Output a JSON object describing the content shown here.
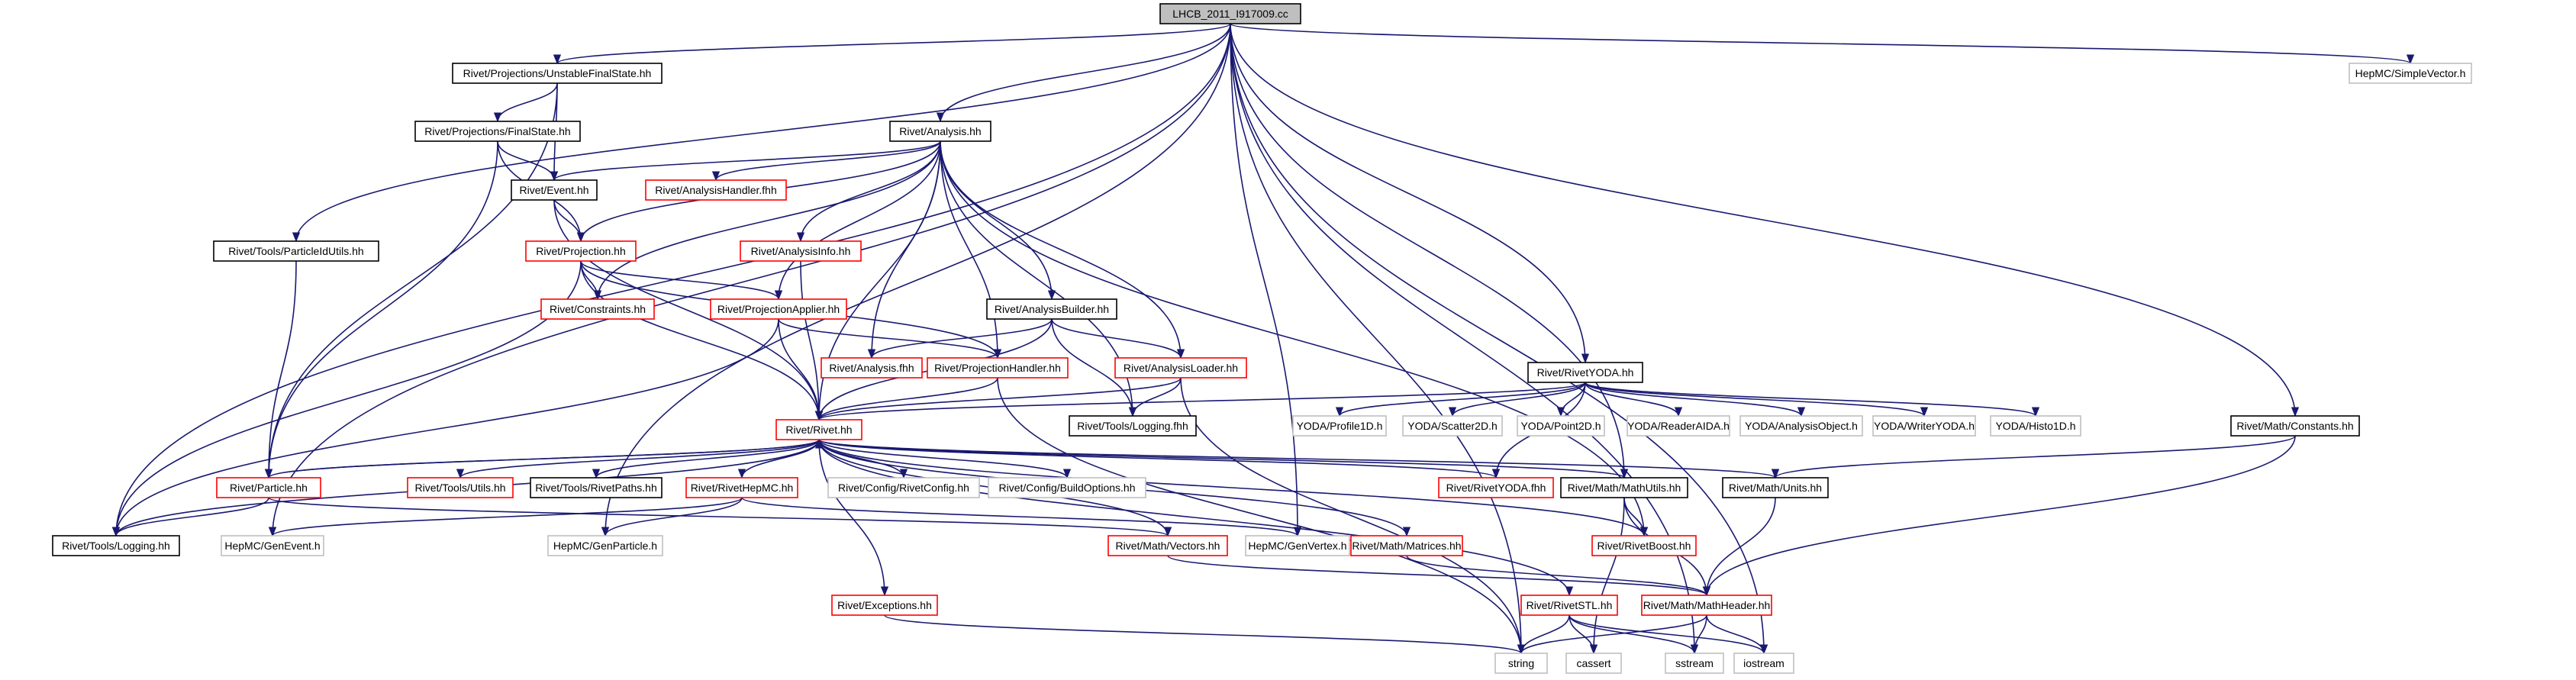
{
  "colors": {
    "edge": "#191970",
    "border_black": "#000000",
    "border_red": "#ff0000",
    "border_gray": "#bfbfbf",
    "root_fill": "#bfbfbf",
    "node_fill": "#ffffff"
  },
  "nodes": [
    {
      "id": "root",
      "label": "LHCB_2011_I917009.cc",
      "style": "root"
    },
    {
      "id": "unstable",
      "label": "Rivet/Projections/UnstableFinalState.hh",
      "style": "black"
    },
    {
      "id": "finalstate",
      "label": "Rivet/Projections/FinalState.hh",
      "style": "black"
    },
    {
      "id": "analysis",
      "label": "Rivet/Analysis.hh",
      "style": "black"
    },
    {
      "id": "event",
      "label": "Rivet/Event.hh",
      "style": "black"
    },
    {
      "id": "ahandler",
      "label": "Rivet/AnalysisHandler.fhh",
      "style": "red"
    },
    {
      "id": "particleidutils",
      "label": "Rivet/Tools/ParticleIdUtils.hh",
      "style": "black"
    },
    {
      "id": "projection",
      "label": "Rivet/Projection.hh",
      "style": "red"
    },
    {
      "id": "ainfo",
      "label": "Rivet/AnalysisInfo.hh",
      "style": "red"
    },
    {
      "id": "constraints",
      "label": "Rivet/Constraints.hh",
      "style": "red"
    },
    {
      "id": "papplier",
      "label": "Rivet/ProjectionApplier.hh",
      "style": "red"
    },
    {
      "id": "abuilder",
      "label": "Rivet/AnalysisBuilder.hh",
      "style": "black"
    },
    {
      "id": "afhh",
      "label": "Rivet/Analysis.fhh",
      "style": "red"
    },
    {
      "id": "phandler",
      "label": "Rivet/ProjectionHandler.hh",
      "style": "red"
    },
    {
      "id": "aloader",
      "label": "Rivet/AnalysisLoader.hh",
      "style": "red"
    },
    {
      "id": "rivetyoda",
      "label": "Rivet/RivetYODA.hh",
      "style": "black"
    },
    {
      "id": "loggingfhh",
      "label": "Rivet/Tools/Logging.fhh",
      "style": "black"
    },
    {
      "id": "rivethh",
      "label": "Rivet/Rivet.hh",
      "style": "red"
    },
    {
      "id": "profile1d",
      "label": "YODA/Profile1D.h",
      "style": "gray"
    },
    {
      "id": "scatter2d",
      "label": "YODA/Scatter2D.h",
      "style": "gray"
    },
    {
      "id": "point2d",
      "label": "YODA/Point2D.h",
      "style": "gray"
    },
    {
      "id": "readeraida",
      "label": "YODA/ReaderAIDA.h",
      "style": "gray"
    },
    {
      "id": "analysisobject",
      "label": "YODA/AnalysisObject.h",
      "style": "gray"
    },
    {
      "id": "writeryoda",
      "label": "YODA/WriterYODA.h",
      "style": "gray"
    },
    {
      "id": "histo1d",
      "label": "YODA/Histo1D.h",
      "style": "gray"
    },
    {
      "id": "simplevector",
      "label": "HepMC/SimpleVector.h",
      "style": "gray"
    },
    {
      "id": "mathconstants",
      "label": "Rivet/Math/Constants.hh",
      "style": "black"
    },
    {
      "id": "particle",
      "label": "Rivet/Particle.hh",
      "style": "red"
    },
    {
      "id": "toolsutils",
      "label": "Rivet/Tools/Utils.hh",
      "style": "red"
    },
    {
      "id": "rivetpaths",
      "label": "Rivet/Tools/RivetPaths.hh",
      "style": "black"
    },
    {
      "id": "rivethepmc",
      "label": "Rivet/RivetHepMC.hh",
      "style": "red"
    },
    {
      "id": "rivetconfig",
      "label": "Rivet/Config/RivetConfig.hh",
      "style": "gray"
    },
    {
      "id": "buildoptions",
      "label": "Rivet/Config/BuildOptions.hh",
      "style": "gray"
    },
    {
      "id": "rivetyodafhh",
      "label": "Rivet/RivetYODA.fhh",
      "style": "red"
    },
    {
      "id": "mathutils",
      "label": "Rivet/Math/MathUtils.hh",
      "style": "black"
    },
    {
      "id": "mathunits",
      "label": "Rivet/Math/Units.hh",
      "style": "black"
    },
    {
      "id": "logginghh",
      "label": "Rivet/Tools/Logging.hh",
      "style": "black"
    },
    {
      "id": "genevent",
      "label": "HepMC/GenEvent.h",
      "style": "gray"
    },
    {
      "id": "genparticle",
      "label": "HepMC/GenParticle.h",
      "style": "gray"
    },
    {
      "id": "vectors",
      "label": "Rivet/Math/Vectors.hh",
      "style": "red"
    },
    {
      "id": "genvertex",
      "label": "HepMC/GenVertex.h",
      "style": "gray"
    },
    {
      "id": "matrices",
      "label": "Rivet/Math/Matrices.hh",
      "style": "red"
    },
    {
      "id": "rivetboost",
      "label": "Rivet/RivetBoost.hh",
      "style": "red"
    },
    {
      "id": "exceptions",
      "label": "Rivet/Exceptions.hh",
      "style": "red"
    },
    {
      "id": "rivetstl",
      "label": "Rivet/RivetSTL.hh",
      "style": "red"
    },
    {
      "id": "mathheader",
      "label": "Rivet/Math/MathHeader.hh",
      "style": "red"
    },
    {
      "id": "string",
      "label": "string",
      "style": "gray"
    },
    {
      "id": "cassert",
      "label": "cassert",
      "style": "gray"
    },
    {
      "id": "sstream",
      "label": "sstream",
      "style": "gray"
    },
    {
      "id": "iostream",
      "label": "iostream",
      "style": "gray"
    }
  ],
  "edges": [
    [
      "root",
      "unstable"
    ],
    [
      "root",
      "analysis"
    ],
    [
      "root",
      "particleidutils"
    ],
    [
      "root",
      "rivetyoda"
    ],
    [
      "root",
      "simplevector"
    ],
    [
      "root",
      "mathconstants"
    ],
    [
      "root",
      "logginghh"
    ],
    [
      "root",
      "genevent"
    ],
    [
      "root",
      "genparticle"
    ],
    [
      "root",
      "genvertex"
    ],
    [
      "root",
      "mathutils"
    ],
    [
      "root",
      "string"
    ],
    [
      "root",
      "sstream"
    ],
    [
      "root",
      "iostream"
    ],
    [
      "unstable",
      "finalstate"
    ],
    [
      "unstable",
      "event"
    ],
    [
      "unstable",
      "particle"
    ],
    [
      "finalstate",
      "event"
    ],
    [
      "finalstate",
      "projection"
    ],
    [
      "finalstate",
      "particle"
    ],
    [
      "analysis",
      "event"
    ],
    [
      "analysis",
      "ahandler"
    ],
    [
      "analysis",
      "projection"
    ],
    [
      "analysis",
      "ainfo"
    ],
    [
      "analysis",
      "constraints"
    ],
    [
      "analysis",
      "papplier"
    ],
    [
      "analysis",
      "abuilder"
    ],
    [
      "analysis",
      "afhh"
    ],
    [
      "analysis",
      "phandler"
    ],
    [
      "analysis",
      "aloader"
    ],
    [
      "analysis",
      "loggingfhh"
    ],
    [
      "analysis",
      "rivethh"
    ],
    [
      "analysis",
      "rivetboost"
    ],
    [
      "event",
      "projection"
    ],
    [
      "event",
      "rivethh"
    ],
    [
      "particleidutils",
      "particle"
    ],
    [
      "projection",
      "constraints"
    ],
    [
      "projection",
      "papplier"
    ],
    [
      "projection",
      "phandler"
    ],
    [
      "projection",
      "rivethh"
    ],
    [
      "projection",
      "logginghh"
    ],
    [
      "ainfo",
      "rivethh"
    ],
    [
      "papplier",
      "phandler"
    ],
    [
      "papplier",
      "rivethh"
    ],
    [
      "papplier",
      "logginghh"
    ],
    [
      "abuilder",
      "afhh"
    ],
    [
      "abuilder",
      "aloader"
    ],
    [
      "abuilder",
      "loggingfhh"
    ],
    [
      "abuilder",
      "rivethh"
    ],
    [
      "phandler",
      "rivethh"
    ],
    [
      "phandler",
      "string"
    ],
    [
      "aloader",
      "loggingfhh"
    ],
    [
      "aloader",
      "rivethh"
    ],
    [
      "aloader",
      "string"
    ],
    [
      "rivetyoda",
      "rivethh"
    ],
    [
      "rivetyoda",
      "profile1d"
    ],
    [
      "rivetyoda",
      "scatter2d"
    ],
    [
      "rivetyoda",
      "point2d"
    ],
    [
      "rivetyoda",
      "readeraida"
    ],
    [
      "rivetyoda",
      "analysisobject"
    ],
    [
      "rivetyoda",
      "writeryoda"
    ],
    [
      "rivetyoda",
      "histo1d"
    ],
    [
      "rivetyoda",
      "rivetyodafhh"
    ],
    [
      "rivethh",
      "particle"
    ],
    [
      "rivethh",
      "toolsutils"
    ],
    [
      "rivethh",
      "rivetpaths"
    ],
    [
      "rivethh",
      "rivethepmc"
    ],
    [
      "rivethh",
      "rivetconfig"
    ],
    [
      "rivethh",
      "buildoptions"
    ],
    [
      "rivethh",
      "rivetyodafhh"
    ],
    [
      "rivethh",
      "mathunits"
    ],
    [
      "rivethh",
      "logginghh"
    ],
    [
      "rivethh",
      "vectors"
    ],
    [
      "rivethh",
      "matrices"
    ],
    [
      "rivethh",
      "rivetboost"
    ],
    [
      "rivethh",
      "exceptions"
    ],
    [
      "rivethh",
      "rivetstl"
    ],
    [
      "rivethh",
      "mathutils"
    ],
    [
      "mathconstants",
      "mathunits"
    ],
    [
      "mathconstants",
      "mathheader"
    ],
    [
      "particle",
      "logginghh"
    ],
    [
      "particle",
      "vectors"
    ],
    [
      "particle",
      "rivethh"
    ],
    [
      "rivethepmc",
      "genevent"
    ],
    [
      "rivethepmc",
      "genparticle"
    ],
    [
      "rivethepmc",
      "genvertex"
    ],
    [
      "mathutils",
      "rivetboost"
    ],
    [
      "mathutils",
      "mathheader"
    ],
    [
      "mathutils",
      "cassert"
    ],
    [
      "mathunits",
      "mathheader"
    ],
    [
      "vectors",
      "mathheader"
    ],
    [
      "matrices",
      "mathheader"
    ],
    [
      "exceptions",
      "string"
    ],
    [
      "rivetstl",
      "string"
    ],
    [
      "rivetstl",
      "sstream"
    ],
    [
      "rivetstl",
      "iostream"
    ],
    [
      "rivetstl",
      "cassert"
    ],
    [
      "mathheader",
      "string"
    ],
    [
      "mathheader",
      "sstream"
    ],
    [
      "mathheader",
      "iostream"
    ]
  ]
}
